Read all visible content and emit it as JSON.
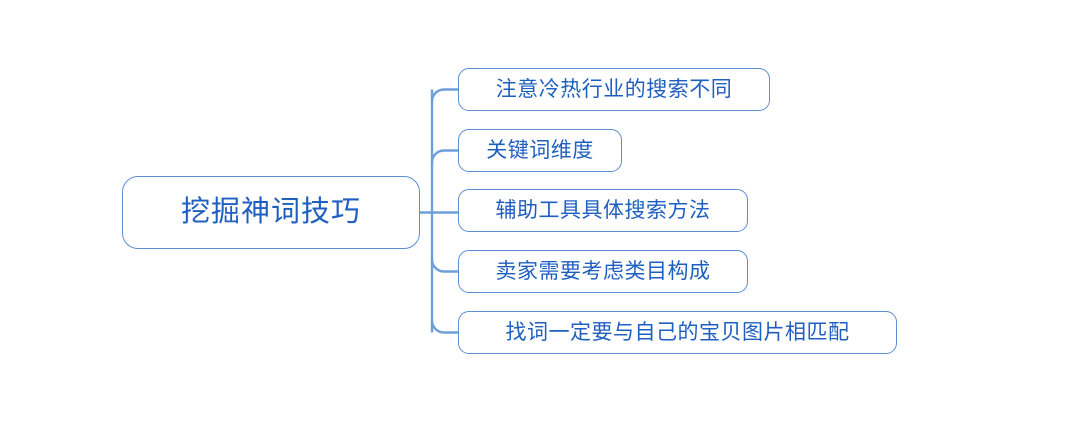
{
  "diagram": {
    "type": "mind-map",
    "orientation": "left-to-right",
    "background_color": "#ffffff",
    "node_border_color": "#5b8fd4",
    "node_text_color": "#1f5fc0",
    "connector_color": "#6f9fd8",
    "root": {
      "label": "挖掘神词技巧"
    },
    "branches": [
      {
        "label": "注意冷热行业的搜索不同"
      },
      {
        "label": "关键词维度"
      },
      {
        "label": "辅助工具具体搜索方法"
      },
      {
        "label": "卖家需要考虑类目构成"
      },
      {
        "label": "找词一定要与自己的宝贝图片相匹配"
      }
    ]
  }
}
